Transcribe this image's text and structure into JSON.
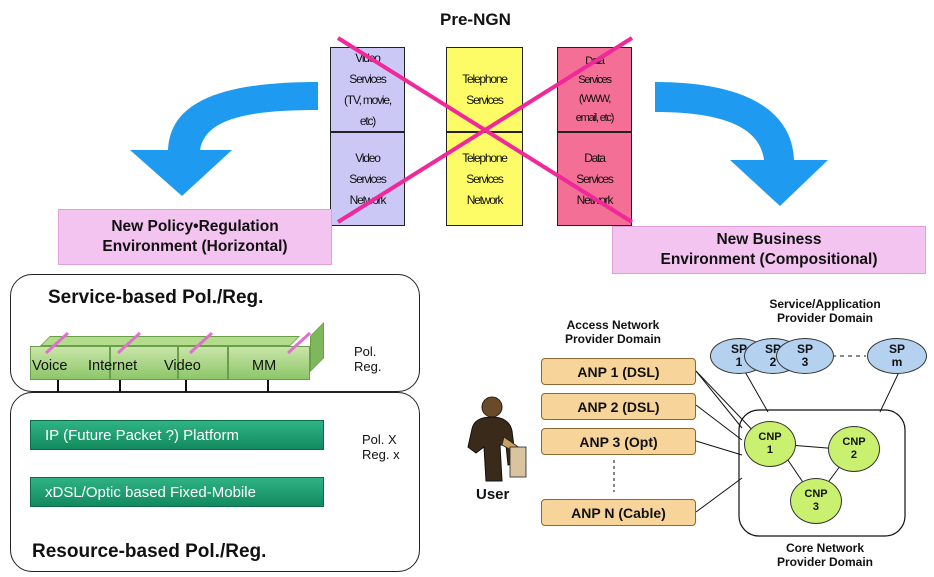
{
  "title": "Pre-NGN",
  "pre_ngn": {
    "video_services": [
      "Video",
      "Services",
      "(TV, movie,",
      "etc)"
    ],
    "video_network": [
      "Video",
      "Services",
      "Network"
    ],
    "telephone_services": [
      "Telephone",
      "Services"
    ],
    "telephone_network": [
      "Telephone",
      "Services",
      "Network"
    ],
    "data_services": [
      "Data",
      "Services",
      "(WWW,",
      "email, etc)"
    ],
    "data_network": [
      "Data",
      "Services",
      "Network"
    ]
  },
  "policy_box": [
    "New Policy•Regulation",
    "Environment (Horizontal)"
  ],
  "business_box": [
    "New Business",
    "Environment (Compositional)"
  ],
  "left": {
    "service_title": "Service-based Pol./Reg.",
    "services": [
      "Voice",
      "Internet",
      "Video",
      "MM"
    ],
    "pol_reg": [
      "Pol.",
      "Reg."
    ],
    "platform_ip": "IP (Future Packet ?) Platform",
    "platform_xdsl": "xDSL/Optic based Fixed-Mobile",
    "pol_x": [
      "Pol. X",
      "Reg. x"
    ],
    "resource_title": "Resource-based Pol./Reg."
  },
  "right": {
    "access_domain": [
      "Access Network",
      "Provider Domain"
    ],
    "service_domain": [
      "Service/Application",
      "Provider Domain"
    ],
    "core_domain": [
      "Core Network",
      "Provider Domain"
    ],
    "anps": [
      "ANP 1 (DSL)",
      "ANP 2 (DSL)",
      "ANP 3 (Opt)",
      "ANP N (Cable)"
    ],
    "sps": [
      [
        "SP",
        "1"
      ],
      [
        "SP",
        "2"
      ],
      [
        "SP",
        "3"
      ],
      [
        "SP",
        "m"
      ]
    ],
    "cnps": [
      [
        "CNP",
        "1"
      ],
      [
        "CNP",
        "2"
      ],
      [
        "CNP",
        "3"
      ]
    ],
    "user": "User"
  },
  "colors": {
    "video": "#ccc8f6",
    "telephone": "#fdfc66",
    "data": "#f46f95",
    "arrow": "#1e9af0",
    "cross": "#f0289a"
  }
}
